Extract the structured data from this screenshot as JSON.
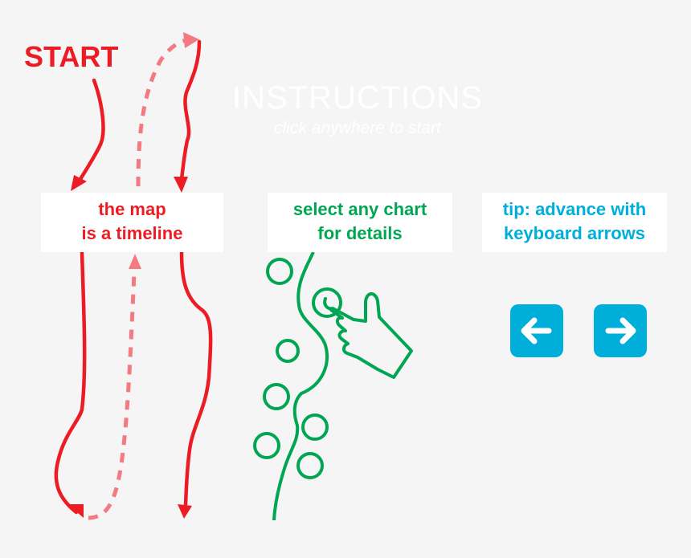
{
  "start_label": "START",
  "header": {
    "title": "INSTRUCTIONS",
    "subtitle": "click anywhere to start"
  },
  "instructions": [
    {
      "line1": "the map",
      "line2": "is a timeline",
      "color": "#ec1c24"
    },
    {
      "line1": "select any chart",
      "line2": "for details",
      "color": "#00a651"
    },
    {
      "line1": "tip: advance with",
      "line2": "keyboard arrows",
      "color": "#00aeda"
    }
  ],
  "keys": [
    {
      "icon": "arrow-left-icon"
    },
    {
      "icon": "arrow-right-icon"
    }
  ],
  "colors": {
    "background": "#f5f5f5",
    "red": "#ec1c24",
    "pink_dashed": "#f37a80",
    "green": "#00a651",
    "blue": "#00aeda"
  }
}
